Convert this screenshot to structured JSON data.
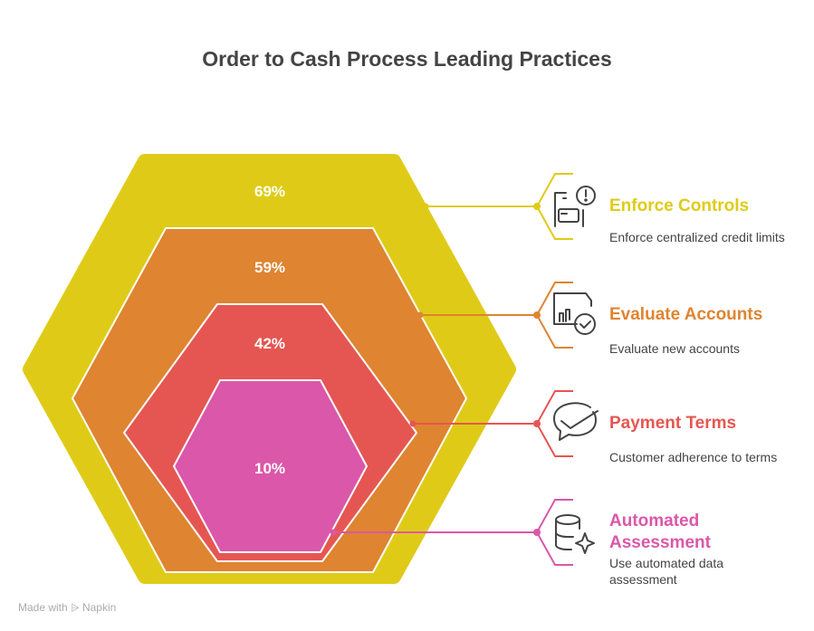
{
  "title": "Order to Cash Process Leading Practices",
  "colors": {
    "enforce": "#DFCB17",
    "evaluate": "#DF8430",
    "payment": "#E55652",
    "automated": "#DB57A9"
  },
  "levels": [
    {
      "percent": "69%",
      "title": "Enforce Controls",
      "description": "Enforce centralized credit limits",
      "icon": "document-alert-icon"
    },
    {
      "percent": "59%",
      "title": "Evaluate Accounts",
      "description": "Evaluate new accounts",
      "icon": "report-check-icon"
    },
    {
      "percent": "42%",
      "title": "Payment Terms",
      "description": "Customer adherence to terms",
      "icon": "chat-check-icon"
    },
    {
      "percent": "10%",
      "title": "Automated Assessment",
      "description": "Use automated data assessment",
      "icon": "database-sparkle-icon"
    }
  ],
  "footer": "Made with ⩥ Napkin"
}
